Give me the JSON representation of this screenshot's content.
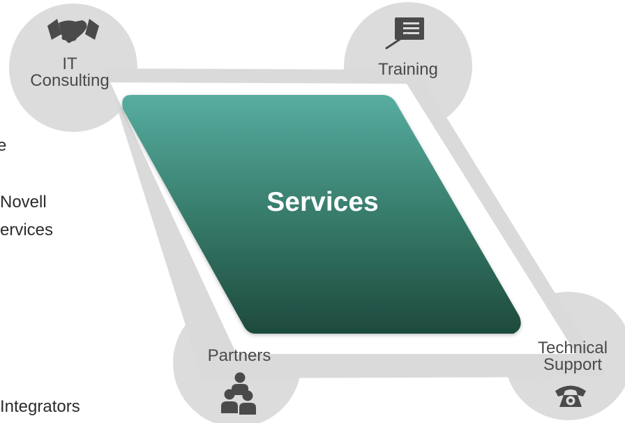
{
  "center": {
    "title": "Services"
  },
  "nodes": {
    "it_consulting": {
      "line1": "IT",
      "line2": "Consulting",
      "icon": "handshake-icon"
    },
    "training": {
      "label": "Training",
      "icon": "presentation-board-icon"
    },
    "partners": {
      "label": "Partners",
      "icon": "people-group-icon"
    },
    "technical_support": {
      "line1": "Technical",
      "line2": "Support",
      "icon": "telephone-icon"
    }
  },
  "side_text": {
    "line1": "e",
    "line2": "Novell",
    "line3": "ervices",
    "line4": "Integrators"
  },
  "colors": {
    "circle": "#dcdcdc",
    "ring": "#dadada",
    "parallelogram_top": "#56ada0",
    "parallelogram_bottom": "#1f4a3e",
    "icon": "#4a4a4a",
    "label": "#4a4a4a"
  }
}
